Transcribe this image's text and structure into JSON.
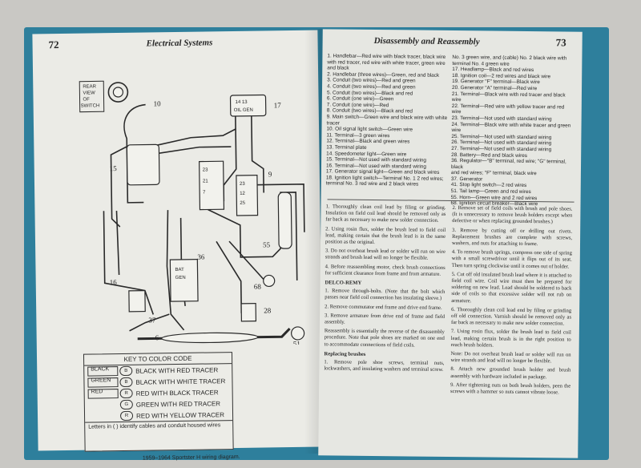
{
  "left": {
    "page_number": "72",
    "header": "Electrical Systems",
    "key": {
      "title": "KEY TO COLOR CODE",
      "rows": [
        {
          "swatch": "BLACK",
          "code": "B",
          "desc": "BLACK WITH RED TRACER"
        },
        {
          "swatch": "GREEN",
          "code": "B",
          "desc": "BLACK WITH WHITE TRACER"
        },
        {
          "swatch": "RED",
          "code": "R",
          "desc": "RED WITH BLACK TRACER"
        },
        {
          "code": "G",
          "desc": "GREEN WITH RED TRACER"
        },
        {
          "code": "R",
          "desc": "RED WITH YELLOW TRACER"
        }
      ],
      "footnote": "Letters in ( ) identify cables and conduit housed wires"
    },
    "caption": "1959–1964 Sportster H wiring diagram."
  },
  "right": {
    "page_number": "73",
    "header": "Disassembly and Reassembly",
    "legend_left": [
      "1. Handlebar—Red wire with black tracer, black wire with red tracer, red wire with white tracer, green wire and black",
      "2. Handlebar (three wires)—Green, red and black",
      "3. Conduit (two wires)—Red and green",
      "4. Conduit (two wires)—Red and green",
      "5. Conduit (two wires)—Black and red",
      "6. Conduit (one wire)—Green",
      "7. Conduit (one wire)—Red",
      "8. Conduit (two wires)—Black and red",
      "9. Main switch—Green wire and black wire with white tracer",
      "10. Oil signal light switch—Green wire",
      "11. Terminal—3 green wires",
      "12. Terminal—Black and green wires",
      "13. Terminal plate",
      "14. Speedometer light—Green wire",
      "15. Terminal—Not used with standard wiring",
      "16. Terminal—Not used with standard wiring",
      "17. Generator signal light—Green and black wires",
      "18. Ignition light switch—Terminal No. 1 2 red wires; terminal No. 3 red wire and 2 black wires"
    ],
    "legend_right": [
      "No. 3 green wire, and (cable) No. 2 black wire with",
      "terminal No. 4 green wire",
      "17. Headlamp—Black and red wires",
      "18. Ignition coil—2 red wires and black wire",
      "19. Generator \"F\" terminal—Black wire",
      "20. Generator \"A\" terminal—Red wire",
      "21. Terminal—Black wire with red tracer and black wire",
      "22. Terminal—Red wire with yellow tracer and red wire",
      "23. Terminal—Not used with standard wiring",
      "24. Terminal—Black wire with white tracer and green wire",
      "25. Terminal—Not used with standard wiring",
      "26. Terminal—Not used with standard wiring",
      "27. Terminal—Not used with standard wiring",
      "28. Battery—Red and black wires",
      "36. Regulator—\"B\" terminal, red wire; \"G\" terminal, black",
      "and red wires; \"F\" terminal, black wire",
      "37. Generator",
      "41. Stop light switch—2 red wires",
      "51. Tail lamp—Green and red wires",
      "55. Horn—Green wire and 2 red wires",
      "68. Ignition circuit breaker—Black wire",
      "",
      "",
      ""
    ],
    "steps_left": [
      "1. Thoroughly clean coil lead by filing or grinding. Insulation on field coil lead should be removed only as far back as necessary to make new solder connection.",
      "2. Using rosin flux, solder the brush lead to field coil lead, making certain that the brush lead is in the same position as the original.",
      "3. Do not overheat brush lead or solder will run on wire strands and brush lead will no longer be flexible.",
      "4. Before reassembling motor, check brush connections for sufficient clearance from frame and from armature.",
      "1. Remove through-bolts. (Note that the bolt which passes near field coil connection has insulating sleeve.)",
      "2. Remove commutator end frame and drive end frame.",
      "3. Remove armature from drive end of frame and field assembly.",
      "Reassembly is essentially the reverse of the disassembly procedure. Note that pole shoes are marked on one end to accommodate connections of field coils.",
      "1. Remove pole shoe screws, terminal nuts, lockwashers, and insulating washers and terminal screw."
    ],
    "subheading_delco": "DELCO-REMY",
    "subheading_brushes": "Replacing brushes",
    "steps_right": [
      "2. Remove set of field coils with brush and pole shoes. (It is unnecessary to remove brush holders except when defective or when replacing grounded brushes.)",
      "3. Remove by cutting off or drilling out rivets. Replacement brushes are complete with screws, washers, and nuts for attaching to frame.",
      "4. To remove brush springs, compress one side of spring with a small screwdriver until it flips out of its seat. Then turn spring clockwise until it comes out of holder.",
      "5. Cut off old insulated brush lead where it is attached to field coil wire. Coil wire must then be prepared for soldering on new lead. Lead should be soldered to back side of coils so that excessive solder will not rub on armature.",
      "6. Thoroughly clean coil lead end by filing or grinding off old connection. Varnish should be removed only as far back as necessary to make new solder connection.",
      "7. Using rosin flux, solder the brush lead to field coil lead, making certain brush is in the right position to reach brush holders.",
      "Note: Do not overheat brush lead or solder will run on wire strands and lead will no longer be flexible.",
      "8. Attach new grounded brush holder and brush assembly with hardware included in package.",
      "9. After tightening nuts on both brush holders, peen the screws with a hammer so nuts cannot vibrate loose."
    ]
  }
}
